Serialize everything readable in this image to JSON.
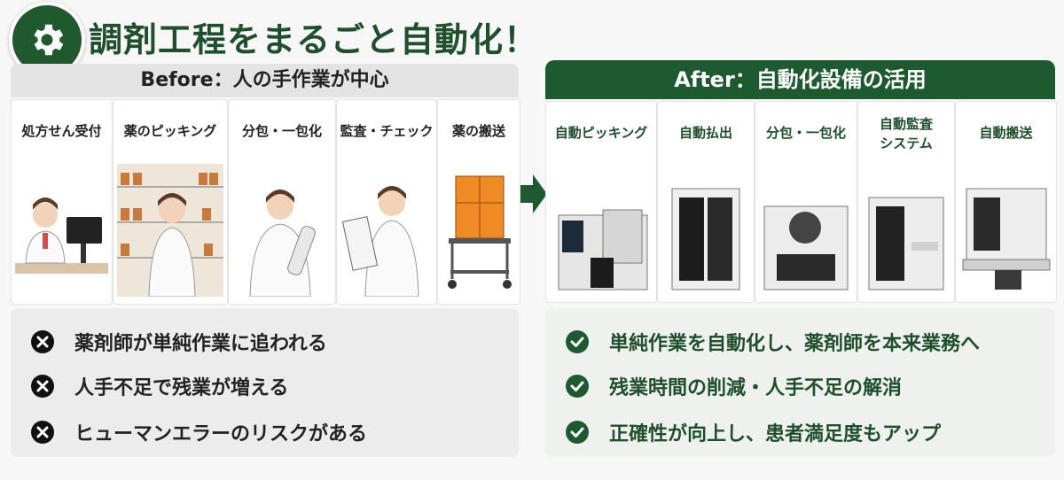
{
  "title": "調剤工程をまるごと自動化！",
  "before": {
    "header": "Before：人の手作業が中心",
    "steps": [
      {
        "label": "処方せん受付"
      },
      {
        "label": "薬のピッキング"
      },
      {
        "label": "分包・一包化"
      },
      {
        "label": "監査・チェック"
      },
      {
        "label": "薬の搬送"
      }
    ],
    "problems": [
      "薬剤師が単純作業に追われる",
      "人手不足で残業が増える",
      "ヒューマンエラーのリスクがある"
    ]
  },
  "after": {
    "header": "After：自動化設備の活用",
    "steps": [
      {
        "label": "自動ピッキング"
      },
      {
        "label": "自動払出"
      },
      {
        "label": "分包・一包化"
      },
      {
        "label": "自動監査\nシステム"
      },
      {
        "label": "自動搬送"
      }
    ],
    "benefits": [
      "単純作業を自動化し、薬剤師を本来業務へ",
      "残業時間の削減・人手不足の解消",
      "正確性が向上し、患者満足度もアップ"
    ]
  },
  "icons": {
    "header": "gear-icon",
    "problem": "x-circle-icon",
    "benefit": "check-circle-icon",
    "flow": "arrow-right-icon"
  },
  "colors": {
    "brand_green": "#1e5a2f",
    "before_bg": "#e4e4e4",
    "problem_icon": "#111111"
  }
}
